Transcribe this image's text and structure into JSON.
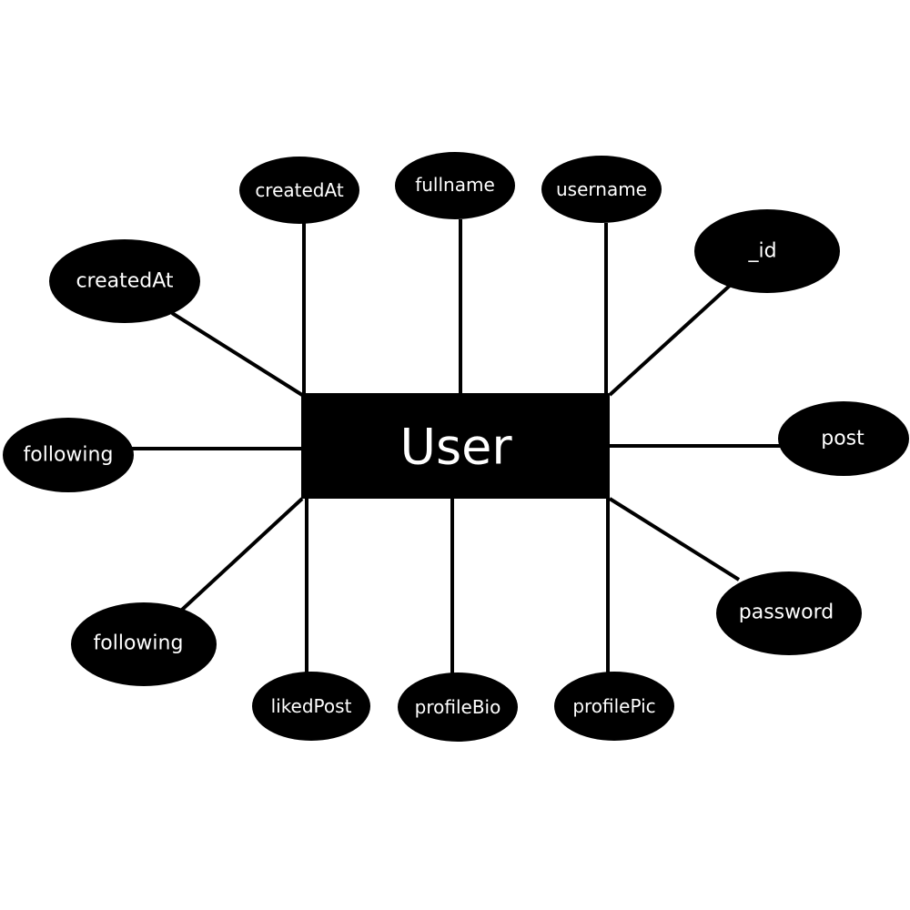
{
  "entity": {
    "name": "User"
  },
  "attributes": [
    {
      "id": "created-at-top",
      "label": "createdAt"
    },
    {
      "id": "fullname",
      "label": "fullname"
    },
    {
      "id": "username",
      "label": "username"
    },
    {
      "id": "id",
      "label": "_id"
    },
    {
      "id": "created-at-left",
      "label": "createdAt"
    },
    {
      "id": "following-left",
      "label": "following"
    },
    {
      "id": "post",
      "label": "post"
    },
    {
      "id": "password",
      "label": "password"
    },
    {
      "id": "following-bottom",
      "label": "following"
    },
    {
      "id": "liked-post",
      "label": "likedPost"
    },
    {
      "id": "profile-bio",
      "label": "profileBio"
    },
    {
      "id": "profile-pic",
      "label": "profilePic"
    }
  ]
}
